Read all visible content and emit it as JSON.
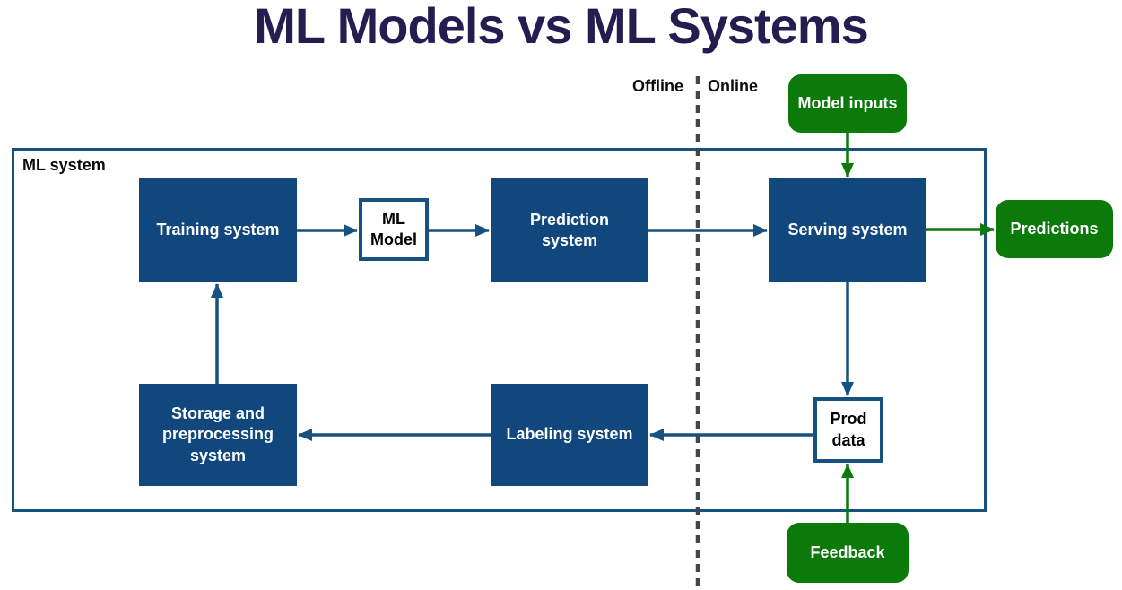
{
  "title": "ML Models vs ML Systems",
  "labels": {
    "offline": "Offline",
    "online": "Online",
    "system": "ML system"
  },
  "diagram": {
    "nodes": {
      "model_inputs": {
        "label": "Model inputs",
        "type": "io"
      },
      "training": {
        "label": "Training system",
        "type": "system"
      },
      "ml_model": {
        "label": "ML\nModel",
        "type": "artifact"
      },
      "prediction": {
        "label": "Prediction\nsystem",
        "type": "system"
      },
      "serving": {
        "label": "Serving system",
        "type": "system"
      },
      "predictions": {
        "label": "Predictions",
        "type": "io"
      },
      "prod_data": {
        "label": "Prod\ndata",
        "type": "artifact"
      },
      "labeling": {
        "label": "Labeling system",
        "type": "system"
      },
      "storage": {
        "label": "Storage and\npreprocessing\nsystem",
        "type": "system"
      },
      "feedback": {
        "label": "Feedback",
        "type": "io"
      }
    },
    "edges": [
      {
        "from": "training",
        "to": "ml_model",
        "color": "blue"
      },
      {
        "from": "ml_model",
        "to": "prediction",
        "color": "blue"
      },
      {
        "from": "prediction",
        "to": "serving",
        "color": "blue"
      },
      {
        "from": "model_inputs",
        "to": "serving",
        "color": "green"
      },
      {
        "from": "serving",
        "to": "predictions",
        "color": "green"
      },
      {
        "from": "serving",
        "to": "prod_data",
        "color": "blue"
      },
      {
        "from": "feedback",
        "to": "prod_data",
        "color": "green"
      },
      {
        "from": "prod_data",
        "to": "labeling",
        "color": "blue"
      },
      {
        "from": "labeling",
        "to": "storage",
        "color": "blue"
      },
      {
        "from": "storage",
        "to": "training",
        "color": "blue"
      }
    ],
    "divider": {
      "style": "dashed",
      "separates": [
        "Offline",
        "Online"
      ]
    }
  },
  "colors": {
    "title_text": "#241d50",
    "system_box": "#11477c",
    "io_box_green": "#0b7a0b",
    "outline_blue": "#17517f",
    "arrow_blue": "#17517f",
    "arrow_green": "#0b7a0b",
    "divider_gray": "#454547",
    "label_text": "#0b0b0b",
    "node_text_light": "#ffffff",
    "node_text_dark": "#000000"
  }
}
